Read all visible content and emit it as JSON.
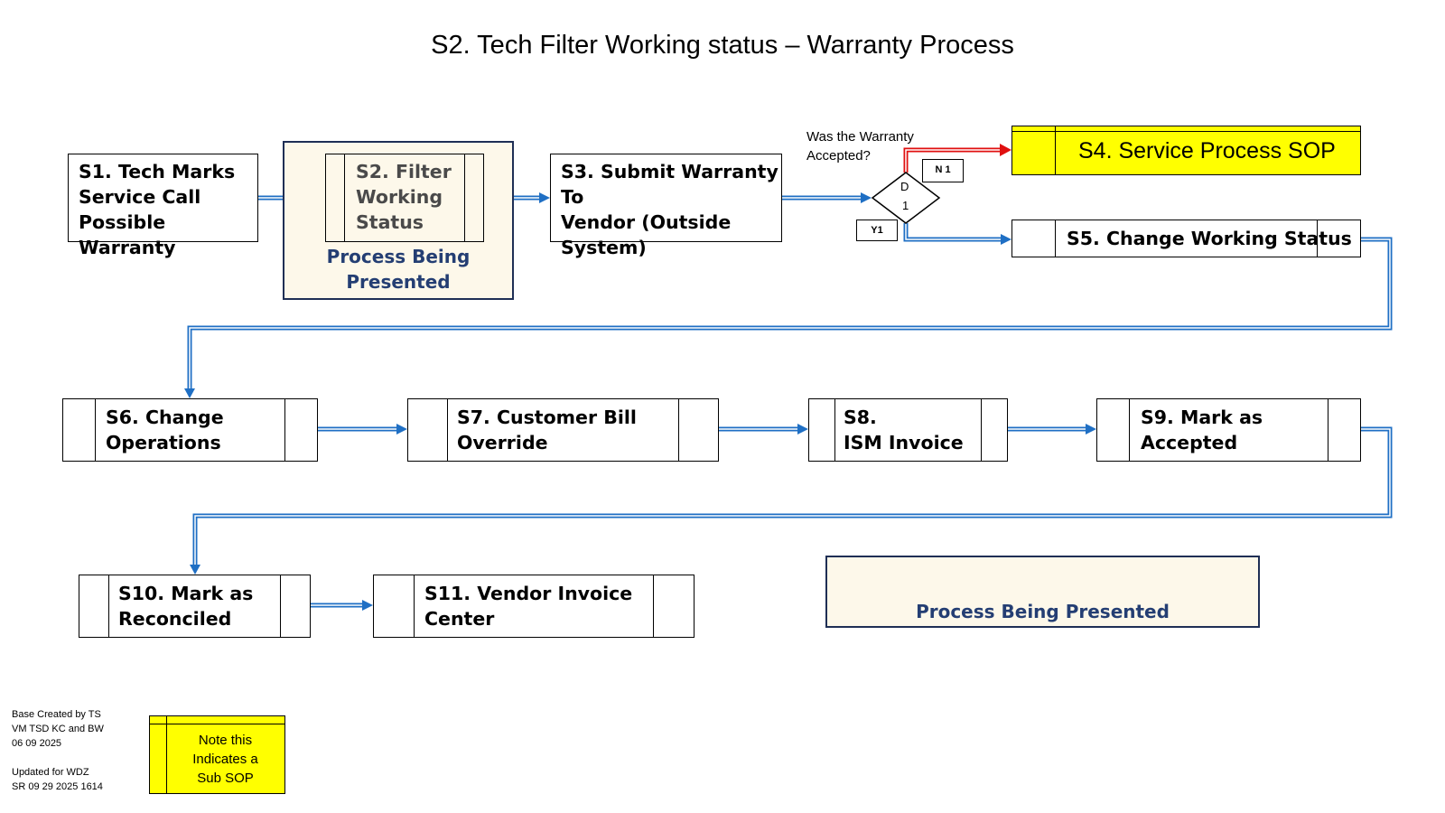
{
  "title": "S2. Tech Filter Working status – Warranty Process",
  "steps": {
    "s1": "S1. Tech Marks\nService Call\nPossible Warranty",
    "s2": "S2. Filter\nWorking\nStatus",
    "s2_caption": "Process Being\nPresented",
    "s3": "S3. Submit Warranty To\nVendor (Outside\nSystem)",
    "s4": "S4. Service Process SOP",
    "s5": "S5. Change Working Status",
    "s6": "S6. Change\nOperations",
    "s7": "S7. Customer Bill\nOverride",
    "s8": "S8.\nISM Invoice",
    "s9": "S9. Mark as\nAccepted",
    "s10": "S10. Mark as\nReconciled",
    "s11": "S11. Vendor Invoice\nCenter"
  },
  "decision": {
    "question": "Was the Warranty\nAccepted?",
    "label_top": "D",
    "label_bottom": "1",
    "no_tag": "N 1",
    "yes_tag": "Y1"
  },
  "legend_process": "Process Being Presented",
  "legend_sub_sop": "Note this\nIndicates a\nSub SOP",
  "footnote": "Base Created by TS\nVM TSD KC and BW\n06 09 2025\n\nUpdated for WDZ\nSR 09 29 2025 1614",
  "colors": {
    "connector_blue": "#1f6fc4",
    "connector_red": "#e01010",
    "sub_sop_yellow": "#ffff00",
    "process_fill": "#fdf8ea",
    "process_border": "#1f2f55",
    "process_text": "#243e73"
  }
}
